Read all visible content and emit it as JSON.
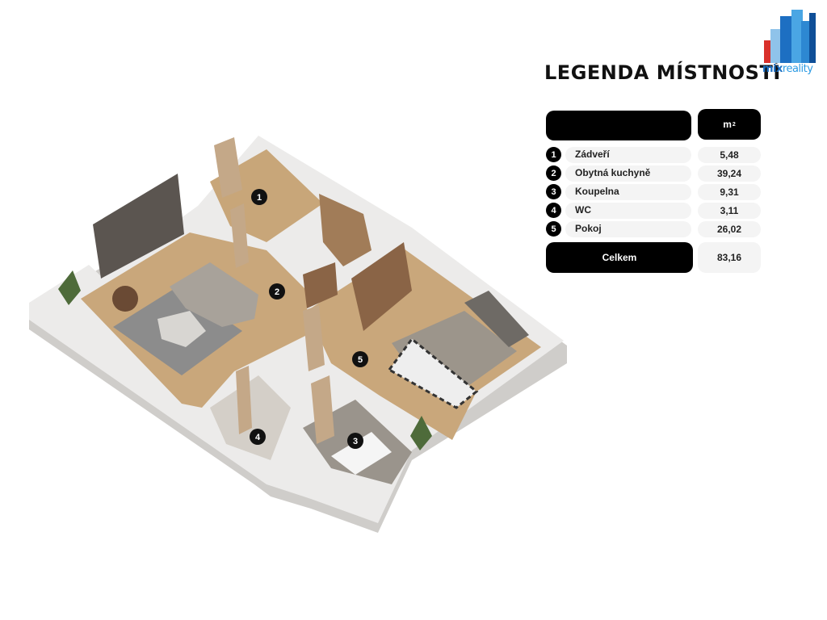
{
  "logo": {
    "text_mix": "mix",
    "text_reality": "reality",
    "colors": {
      "blue": "#1d6fc2",
      "light": "#2d9be3",
      "red": "#d9302b"
    }
  },
  "legend": {
    "title": "LEGENDA MÍSTNOSTÍ",
    "unit_header": "m",
    "unit_sup": "2",
    "rooms": [
      {
        "number": "1",
        "name": "Zádveří",
        "area": "5,48"
      },
      {
        "number": "2",
        "name": "Obytná kuchyně",
        "area": "39,24"
      },
      {
        "number": "3",
        "name": "Koupelna",
        "area": "9,31"
      },
      {
        "number": "4",
        "name": "WC",
        "area": "3,11"
      },
      {
        "number": "5",
        "name": "Pokoj",
        "area": "26,02"
      }
    ],
    "total_label": "Celkem",
    "total_value": "83,16"
  },
  "plan": {
    "markers": [
      "1",
      "2",
      "5",
      "4",
      "3"
    ],
    "colors": {
      "wall": "#ecebea",
      "wall_side": "#cfcdca",
      "floor": "#c9a77b",
      "rug": "#8c8c8c",
      "tile": "#9a948c"
    }
  }
}
